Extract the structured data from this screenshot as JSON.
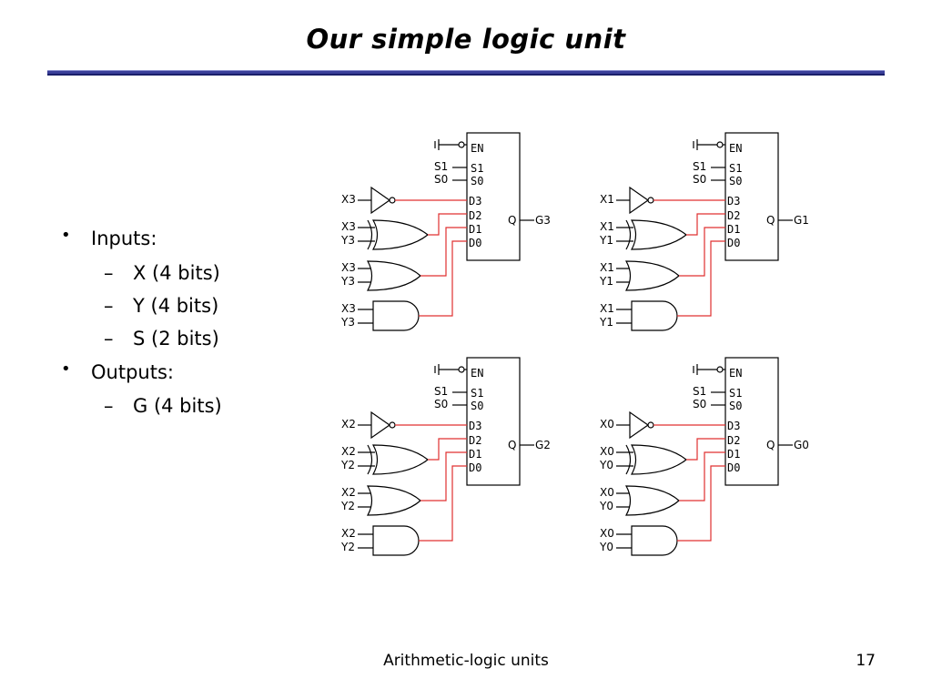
{
  "slide": {
    "title": "Our simple logic unit",
    "footer_text": "Arithmetic-logic units",
    "page_number": "17"
  },
  "bullets": {
    "inputs": "Inputs:",
    "x": "X (4 bits)",
    "y": "Y (4 bits)",
    "s": "S (2 bits)",
    "outputs": "Outputs:",
    "g": "G (4 bits)"
  },
  "mux_labels": {
    "en": "EN",
    "s1": "S1",
    "s0": "S0",
    "d3": "D3",
    "d2": "D2",
    "d1": "D1",
    "d0": "D0",
    "q": "Q"
  },
  "circuits": [
    {
      "x": "X3",
      "y": "Y3",
      "g": "G3"
    },
    {
      "x": "X1",
      "y": "Y1",
      "g": "G1"
    },
    {
      "x": "X2",
      "y": "Y2",
      "g": "G2"
    },
    {
      "x": "X0",
      "y": "Y0",
      "g": "G0"
    }
  ],
  "colors": {
    "wire_red": "#e03030",
    "rule_blue": "#3a3f9a"
  }
}
